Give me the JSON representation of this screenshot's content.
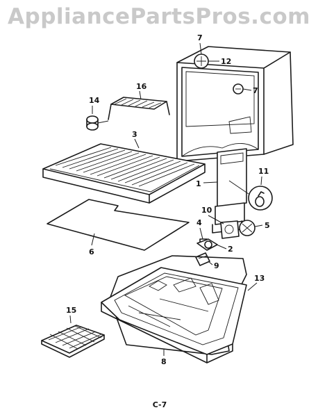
{
  "watermark": "AppliancePartsPros.com",
  "page_label": "C-7",
  "callouts": {
    "c1": "1",
    "c2": "2",
    "c3": "3",
    "c4": "4",
    "c5": "5",
    "c6": "6",
    "c7a": "7",
    "c7b": "7",
    "c8": "8",
    "c9": "9",
    "c10": "10",
    "c11": "11",
    "c12": "12",
    "c13": "13",
    "c14": "14",
    "c15": "15",
    "c16": "16"
  }
}
